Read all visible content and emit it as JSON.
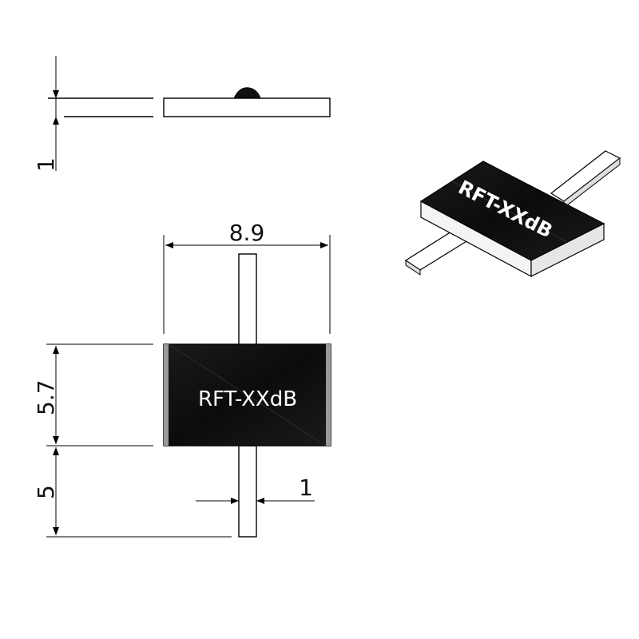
{
  "part_label": "RFT-XXdB",
  "dimensions": {
    "thickness": "1",
    "body_width": "8.9",
    "body_height": "5.7",
    "lead_length": "5",
    "lead_width": "1"
  },
  "colors": {
    "body": "#111111",
    "outline": "#000000",
    "background": "#ffffff"
  }
}
